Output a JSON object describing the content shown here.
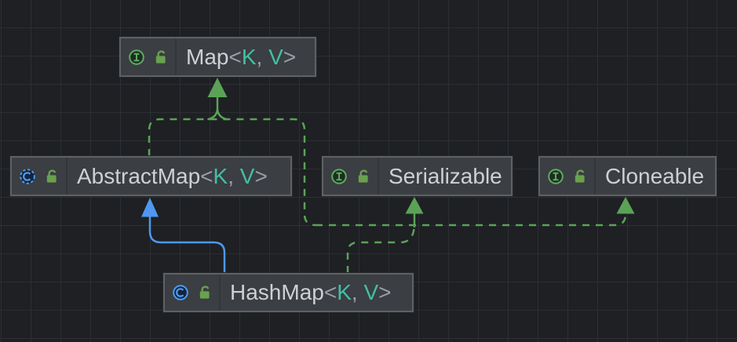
{
  "nodes": {
    "map": {
      "name": "Map",
      "g_open": "<",
      "k": "K",
      "sep": ", ",
      "v": "V",
      "g_close": ">",
      "kind": "interface",
      "visibility": "public",
      "icons": [
        "interface-icon",
        "unlocked-public-icon"
      ]
    },
    "abstract_map": {
      "name": "AbstractMap",
      "g_open": "<",
      "k": "K",
      "sep": ", ",
      "v": "V",
      "g_close": ">",
      "kind": "abstract-class",
      "visibility": "public",
      "icons": [
        "abstract-class-icon",
        "unlocked-public-icon"
      ]
    },
    "serializable": {
      "name": "Serializable",
      "kind": "interface",
      "visibility": "public",
      "icons": [
        "interface-icon",
        "unlocked-public-icon"
      ]
    },
    "cloneable": {
      "name": "Cloneable",
      "kind": "interface",
      "visibility": "public",
      "icons": [
        "interface-icon",
        "unlocked-public-icon"
      ]
    },
    "hash_map": {
      "name": "HashMap",
      "g_open": "<",
      "k": "K",
      "sep": ", ",
      "v": "V",
      "g_close": ">",
      "kind": "class",
      "visibility": "public",
      "icons": [
        "class-icon",
        "unlocked-public-icon"
      ]
    }
  },
  "edges": [
    {
      "from": "AbstractMap",
      "to": "Map",
      "relation": "implements",
      "style": "green-dashed"
    },
    {
      "from": "HashMap",
      "to": "Map",
      "relation": "implements",
      "style": "green-dashed"
    },
    {
      "from": "HashMap",
      "to": "Serializable",
      "relation": "implements",
      "style": "green-dashed"
    },
    {
      "from": "HashMap",
      "to": "Cloneable",
      "relation": "implements",
      "style": "green-dashed"
    },
    {
      "from": "HashMap",
      "to": "AbstractMap",
      "relation": "extends",
      "style": "blue-solid"
    }
  ],
  "colors": {
    "canvas_bg": "#1e2023",
    "grid_line": "#2c2f33",
    "node_fill": "#3b3e42",
    "node_border": "#5e6265",
    "title_text": "#ced0d6",
    "punctuation": "#9aa0a6",
    "type_param": "#42bfa5",
    "implements_edge": "#5ba257",
    "extends_edge": "#4f97f0",
    "interface_icon": "#5faa64",
    "class_icon": "#4f9bef",
    "lock_icon": "#69a14f"
  }
}
